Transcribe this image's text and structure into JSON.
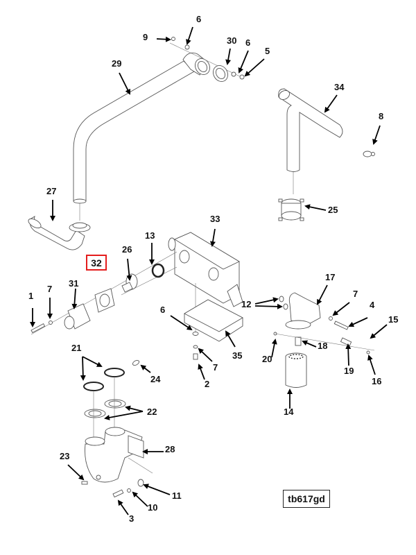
{
  "diagram": {
    "reference_code": "tb617gd",
    "highlighted_callout": "32",
    "highlight_color": "#e41c1c",
    "callouts": [
      {
        "id": "c9",
        "text": "9"
      },
      {
        "id": "c6a",
        "text": "6"
      },
      {
        "id": "c30",
        "text": "30"
      },
      {
        "id": "c6b",
        "text": "6"
      },
      {
        "id": "c5",
        "text": "5"
      },
      {
        "id": "c29",
        "text": "29"
      },
      {
        "id": "c34",
        "text": "34"
      },
      {
        "id": "c8",
        "text": "8"
      },
      {
        "id": "c27",
        "text": "27"
      },
      {
        "id": "c25",
        "text": "25"
      },
      {
        "id": "c33",
        "text": "33"
      },
      {
        "id": "c26",
        "text": "26"
      },
      {
        "id": "c13",
        "text": "13"
      },
      {
        "id": "c1",
        "text": "1"
      },
      {
        "id": "c7a",
        "text": "7"
      },
      {
        "id": "c31",
        "text": "31"
      },
      {
        "id": "c17",
        "text": "17"
      },
      {
        "id": "c7b",
        "text": "7"
      },
      {
        "id": "c12",
        "text": "12"
      },
      {
        "id": "c4",
        "text": "4"
      },
      {
        "id": "c15",
        "text": "15"
      },
      {
        "id": "c6c",
        "text": "6"
      },
      {
        "id": "c35",
        "text": "35"
      },
      {
        "id": "c7c",
        "text": "7"
      },
      {
        "id": "c2",
        "text": "2"
      },
      {
        "id": "c18",
        "text": "18"
      },
      {
        "id": "c20",
        "text": "20"
      },
      {
        "id": "c19",
        "text": "19"
      },
      {
        "id": "c16",
        "text": "16"
      },
      {
        "id": "c21",
        "text": "21"
      },
      {
        "id": "c24",
        "text": "24"
      },
      {
        "id": "c22",
        "text": "22"
      },
      {
        "id": "c14",
        "text": "14"
      },
      {
        "id": "c28",
        "text": "28"
      },
      {
        "id": "c23",
        "text": "23"
      },
      {
        "id": "c11",
        "text": "11"
      },
      {
        "id": "c10",
        "text": "10"
      },
      {
        "id": "c3",
        "text": "3"
      }
    ]
  }
}
